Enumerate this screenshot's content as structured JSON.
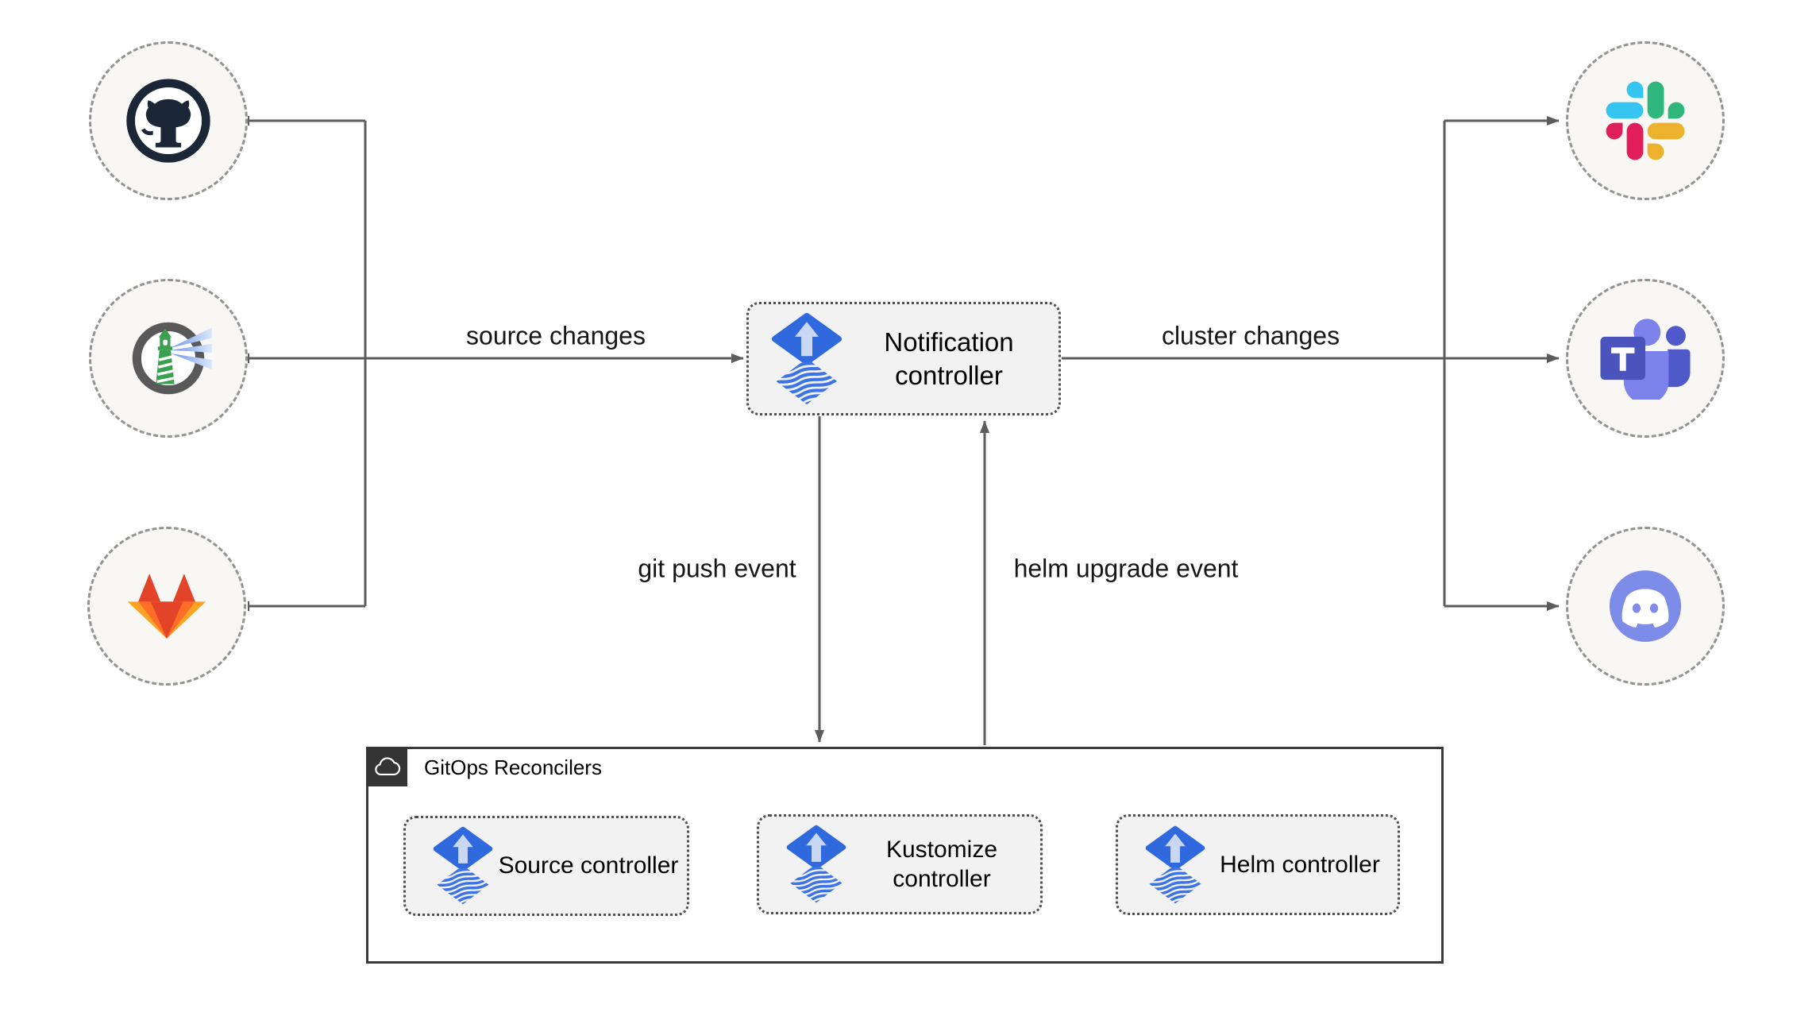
{
  "colors": {
    "edge": "#5c5c5c",
    "node_fill": "#f2f2f2",
    "node_border": "#4f4f4f",
    "circle_fill": "#f8f7f4",
    "circle_border": "#939393",
    "container_border": "#3a3a3a",
    "tab_fill": "#343434",
    "flux_blue": "#3069de",
    "flux_light_arrow": "#c9d7f3",
    "gitlab_colors": [
      "#e24329",
      "#fc6d26",
      "#fca326"
    ],
    "slack_colors": [
      "#E01E5A",
      "#36C5F0",
      "#2EB67D",
      "#ECB22E"
    ],
    "teams_purple": "#4b53bc",
    "discord_blurple": "#7d8ce8",
    "harbor_green": "#38a04e",
    "github_dark": "#1b2636"
  },
  "edge_labels": {
    "source_changes": "source changes",
    "cluster_changes": "cluster changes",
    "git_push_event": "git push event",
    "helm_upgrade_event": "helm upgrade event"
  },
  "nodes": {
    "notification": {
      "label": "Notification controller",
      "icon": "flux-icon"
    },
    "source": {
      "label": "Source controller",
      "icon": "flux-icon"
    },
    "kustomize": {
      "label": "Kustomize controller",
      "icon": "flux-icon"
    },
    "helm": {
      "label": "Helm controller",
      "icon": "flux-icon"
    }
  },
  "container": {
    "label": "GitOps Reconcilers",
    "icon": "cloud-icon"
  },
  "source_nodes": [
    {
      "icon": "github-icon"
    },
    {
      "icon": "harbor-icon"
    },
    {
      "icon": "gitlab-icon"
    }
  ],
  "target_nodes": [
    {
      "icon": "slack-icon"
    },
    {
      "icon": "teams-icon"
    },
    {
      "icon": "discord-icon"
    }
  ]
}
